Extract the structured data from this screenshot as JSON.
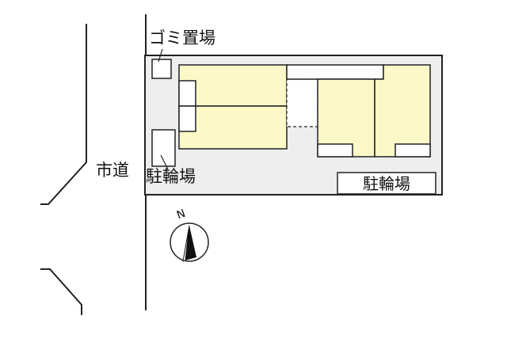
{
  "labels": {
    "garbage_area": "ゴミ置場",
    "road": "市道",
    "bicycle_parking_left": "駐輪場",
    "bicycle_parking_right": "駐輪場",
    "north_marker": "N"
  },
  "colors": {
    "lot": "#eeeeee",
    "building": "#fdf8c8",
    "outline": "#222222",
    "background": "#ffffff"
  },
  "icons": {
    "compass": "north-compass-icon"
  }
}
